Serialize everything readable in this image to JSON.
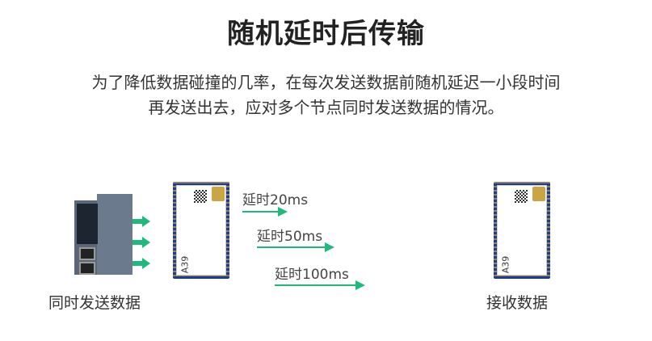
{
  "title": "随机延时后传输",
  "description": [
    "为了降低数据碰撞的几率，在每次发送数据前随机延迟一小段时间",
    "再发送出去，应对多个节点同时发送数据的情况。"
  ],
  "sender": {
    "caption": "同时发送数据",
    "module_label": "A39"
  },
  "receiver": {
    "caption": "接收数据",
    "module_label": "A39"
  },
  "delays": [
    "延时20ms",
    "延时50ms",
    "延时100ms"
  ],
  "colors": {
    "arrow": "#1dba7c",
    "module": "#1e3d8f",
    "device": "#4a5566"
  }
}
